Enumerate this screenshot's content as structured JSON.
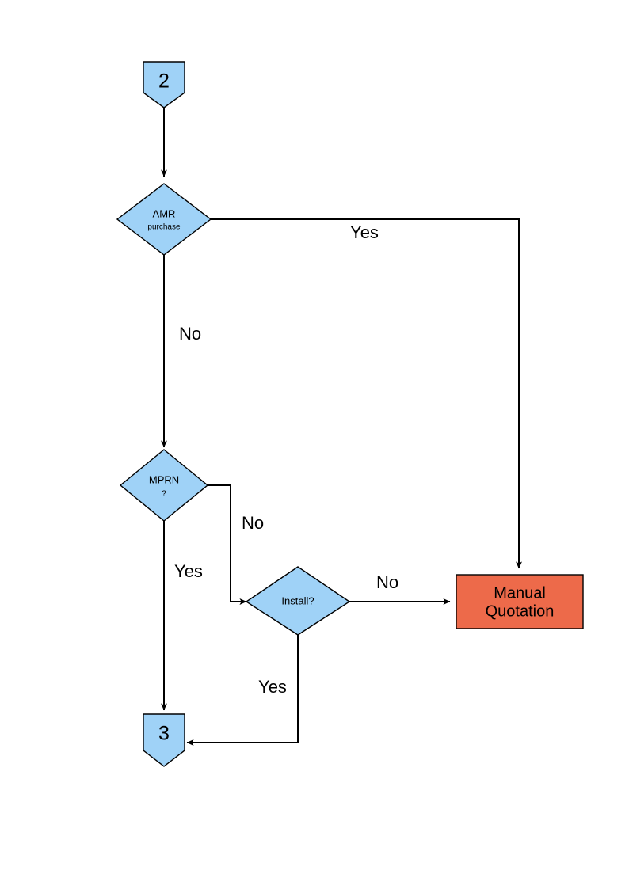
{
  "diagram": {
    "type": "flowchart",
    "title": "",
    "colors": {
      "shape_blue_fill": "#9FD2F7",
      "shape_orange_fill": "#ED6A4A",
      "stroke": "#000000",
      "background": "#FFFFFF",
      "text": "#000000"
    },
    "nodes": [
      {
        "id": "start-connector",
        "shape": "pentagon-connector",
        "label": "2",
        "line1": "2",
        "line2": "",
        "color": "#9FD2F7"
      },
      {
        "id": "amr-purchase-decision",
        "shape": "diamond",
        "label": "AMR purchase",
        "line1": "AMR",
        "line2": "purchase",
        "color": "#9FD2F7"
      },
      {
        "id": "mprn-decision",
        "shape": "diamond",
        "label": "MPRN ?",
        "line1": "MPRN",
        "line2": "?",
        "color": "#9FD2F7"
      },
      {
        "id": "install-decision",
        "shape": "diamond",
        "label": "Install?",
        "line1": "Install?",
        "line2": "",
        "color": "#9FD2F7"
      },
      {
        "id": "manual-quotation-process",
        "shape": "rectangle",
        "label": "Manual Quotation",
        "line1": "Manual",
        "line2": "Quotation",
        "color": "#ED6A4A"
      },
      {
        "id": "end-connector",
        "shape": "pentagon-connector",
        "label": "3",
        "line1": "3",
        "line2": "",
        "color": "#9FD2F7"
      }
    ],
    "edges": [
      {
        "id": "edge-start-to-amr",
        "from": "start-connector",
        "to": "amr-purchase-decision",
        "label": ""
      },
      {
        "id": "edge-amr-yes",
        "from": "amr-purchase-decision",
        "to": "manual-quotation-process",
        "label": "Yes"
      },
      {
        "id": "edge-amr-no",
        "from": "amr-purchase-decision",
        "to": "mprn-decision",
        "label": "No"
      },
      {
        "id": "edge-mprn-no",
        "from": "mprn-decision",
        "to": "install-decision",
        "label": "No"
      },
      {
        "id": "edge-mprn-yes",
        "from": "mprn-decision",
        "to": "end-connector",
        "label": "Yes"
      },
      {
        "id": "edge-install-no",
        "from": "install-decision",
        "to": "manual-quotation-process",
        "label": "No"
      },
      {
        "id": "edge-install-yes",
        "from": "install-decision",
        "to": "end-connector",
        "label": "Yes"
      }
    ]
  }
}
